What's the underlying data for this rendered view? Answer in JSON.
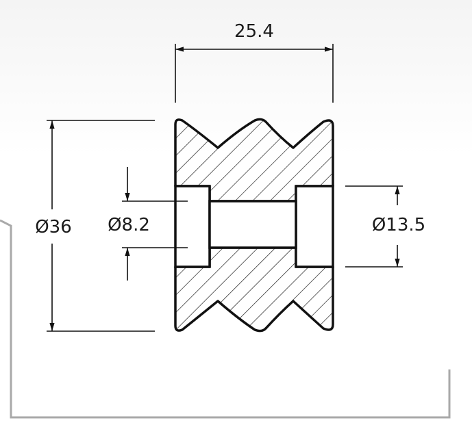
{
  "drawing": {
    "dimensions": {
      "width": "25.4",
      "outer_diameter": "Ø36",
      "bore_diameter": "Ø8.2",
      "counterbore_diameter": "Ø13.5"
    }
  },
  "colors": {
    "line": "#111111",
    "frame": "#a9a9a9",
    "hatch": "#222222"
  }
}
